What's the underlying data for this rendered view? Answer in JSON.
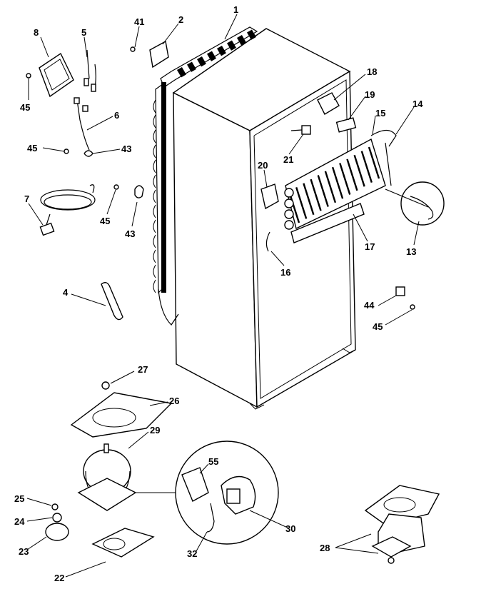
{
  "diagram": {
    "callouts": [
      "1",
      "2",
      "41",
      "5",
      "8",
      "45",
      "6",
      "45",
      "43",
      "7",
      "45",
      "43",
      "4",
      "18",
      "19",
      "15",
      "14",
      "21",
      "20",
      "13",
      "17",
      "16",
      "44",
      "45",
      "27",
      "26",
      "29",
      "55",
      "25",
      "24",
      "23",
      "30",
      "32",
      "22",
      "28"
    ]
  }
}
